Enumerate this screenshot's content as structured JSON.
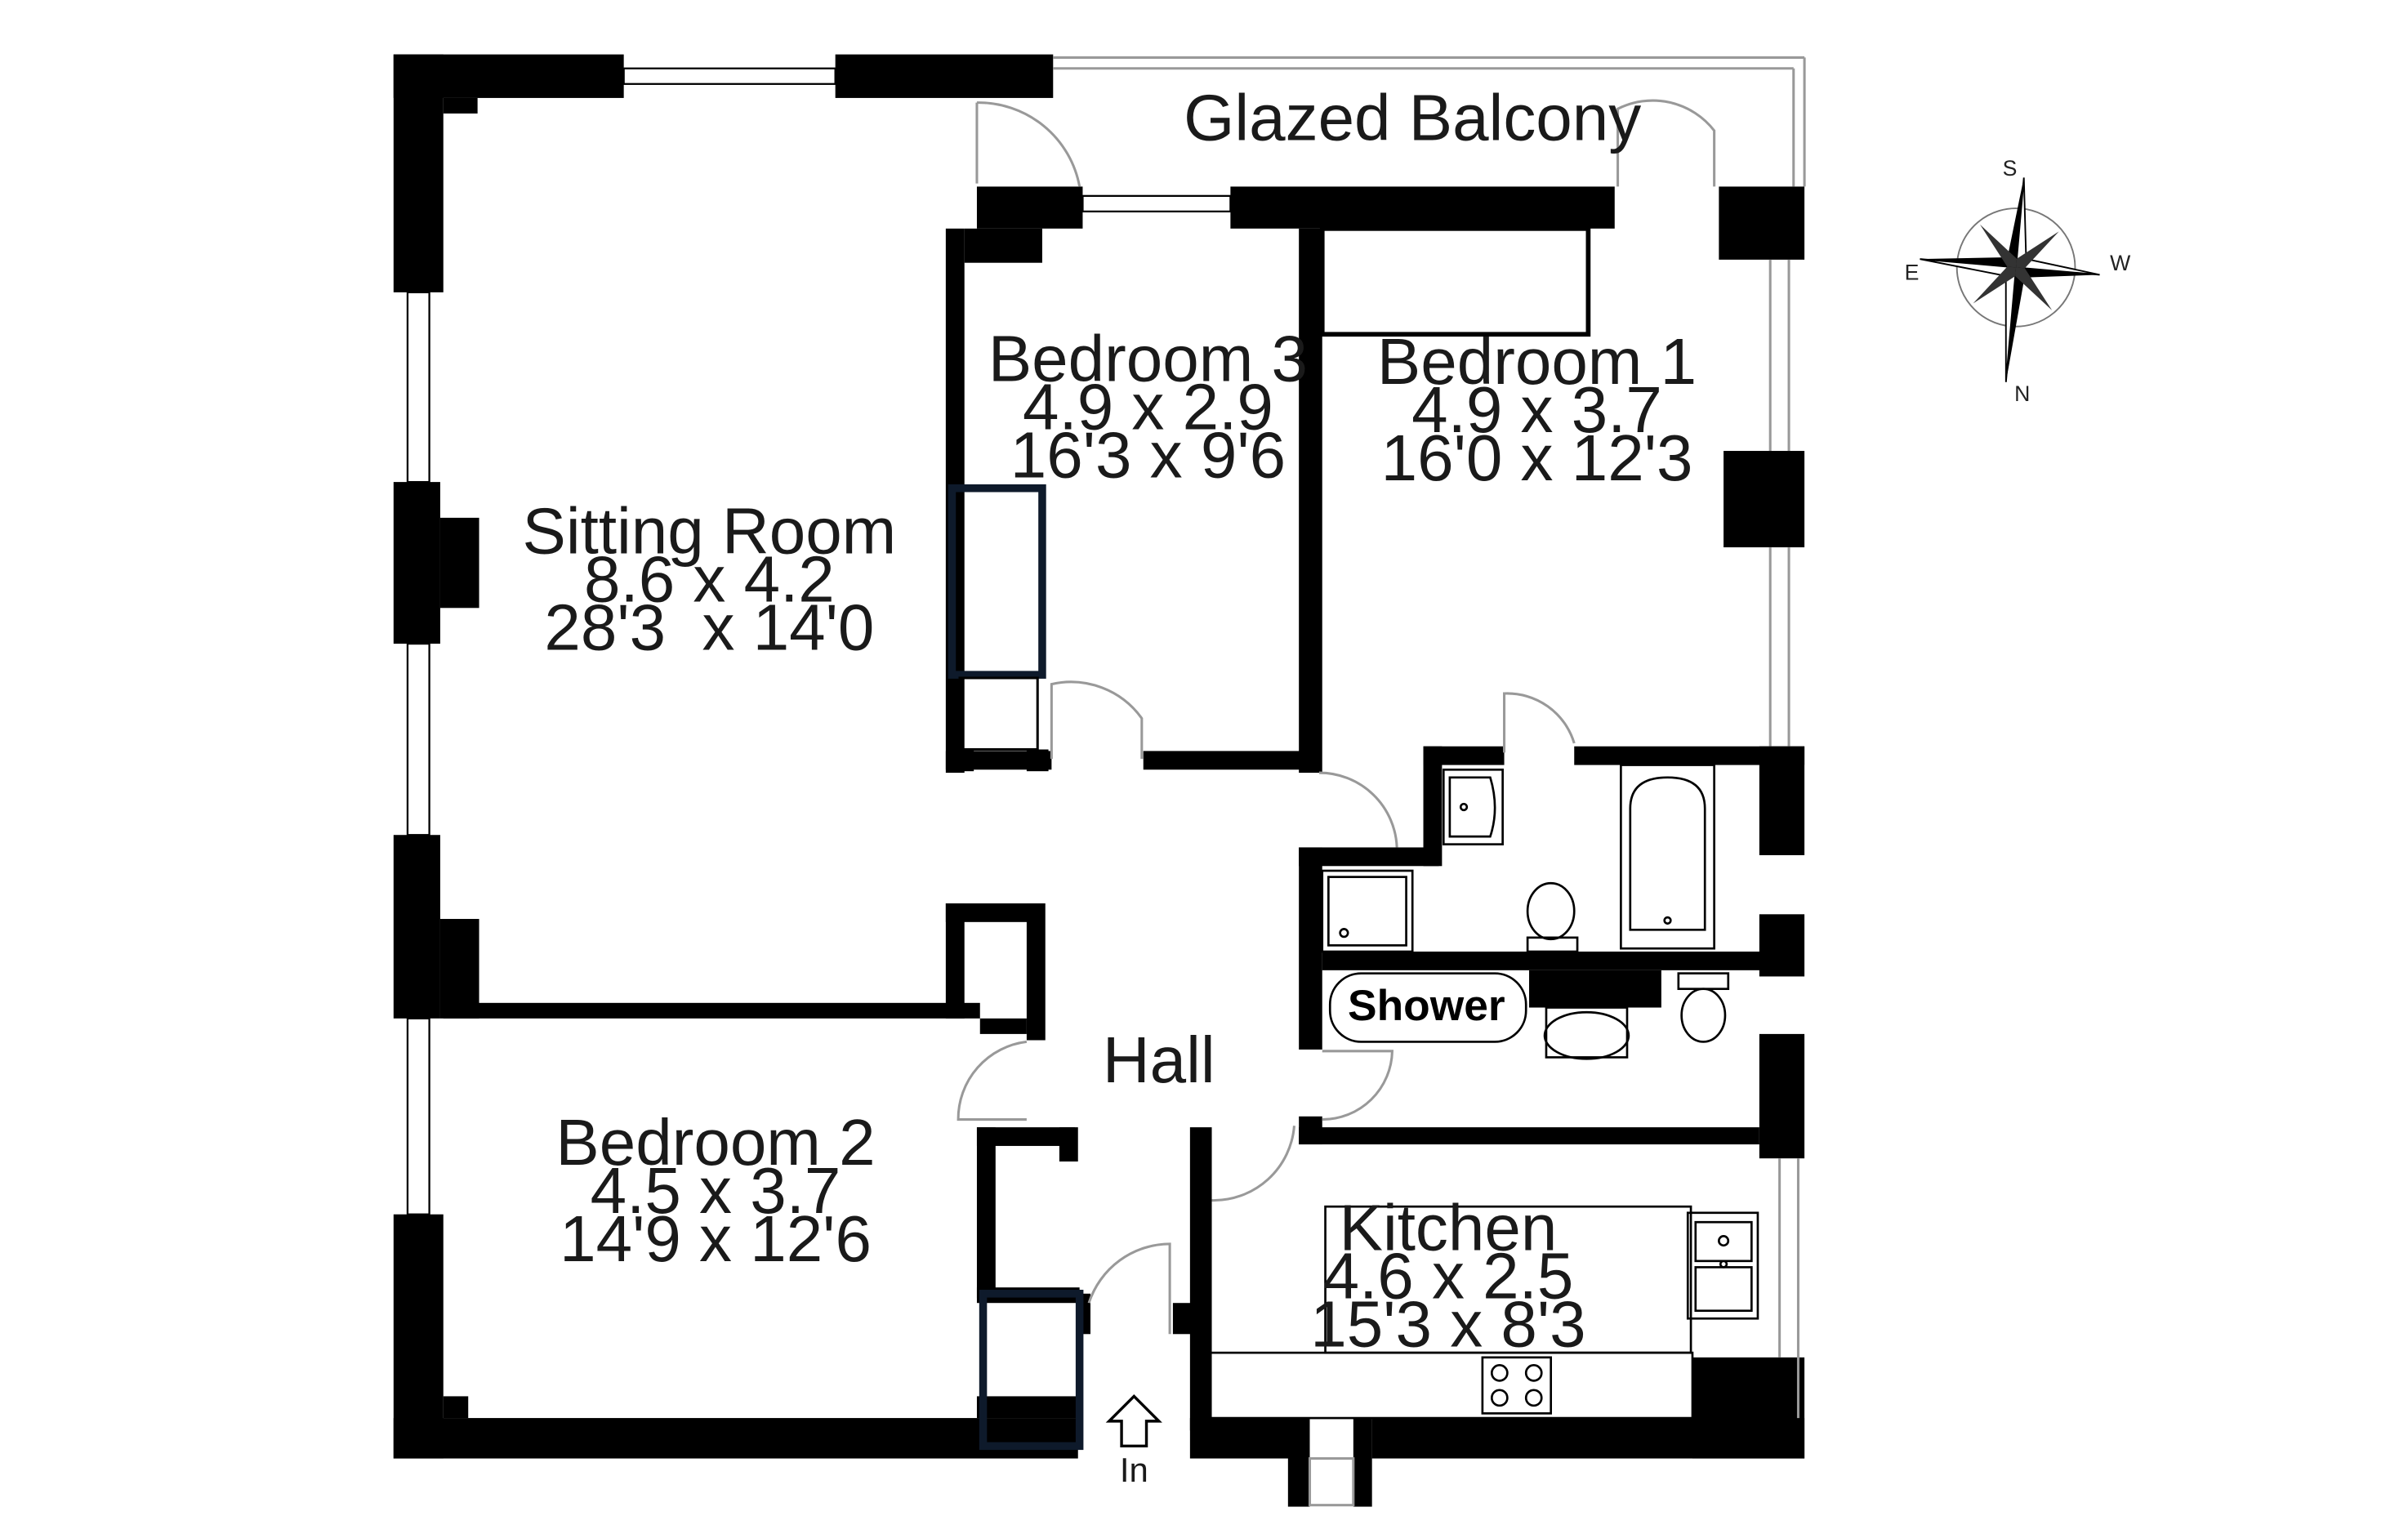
{
  "rooms": {
    "glazed_balcony": {
      "name": "Glazed Balcony"
    },
    "bedroom_3": {
      "name": "Bedroom 3",
      "metric": "4.9 x 2.9",
      "imperial": "16'3 x 9'6"
    },
    "bedroom_1": {
      "name": "Bedroom 1",
      "metric": "4.9 x 3.7",
      "imperial": "16'0 x 12'3"
    },
    "sitting_room": {
      "name": "Sitting Room",
      "metric": "8.6 x 4.2",
      "imperial": "28'3  x 14'0"
    },
    "hall": {
      "name": "Hall"
    },
    "shower": {
      "name": "Shower"
    },
    "bedroom_2": {
      "name": "Bedroom 2",
      "metric": "4.5 x 3.7",
      "imperial": "14'9 x 12'6"
    },
    "kitchen": {
      "name": "Kitchen",
      "metric": "4.6 x 2.5",
      "imperial": "15'3 x 8'3"
    }
  },
  "entrance": {
    "label": "In"
  },
  "compass": {
    "s": "S",
    "e": "E",
    "w": "W",
    "n": "N"
  },
  "colors": {
    "wall": "#000000",
    "built_in_outline": "#0e1a2b",
    "background": "#ffffff"
  }
}
